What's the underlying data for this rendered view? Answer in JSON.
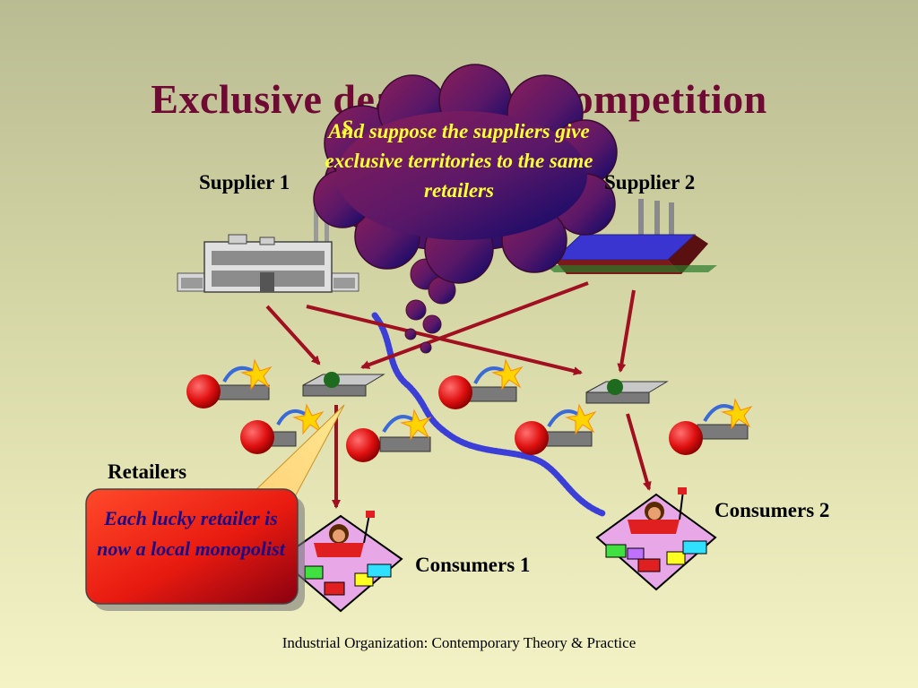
{
  "slide": {
    "title": "Exclusive dealing and competition",
    "footer": "Industrial Organization:  Contemporary Theory & Practice"
  },
  "labels": {
    "supplier1": "Supplier 1",
    "supplier2": "Supplier 2",
    "retailers": "Retailers",
    "consumers1": "Consumers 1",
    "consumers2": "Consumers 2"
  },
  "thought_bubble": {
    "cutoff_prefix": "S",
    "text": "And suppose the suppliers give exclusive territories to the same retailers"
  },
  "callout": {
    "text": "Each lucky retailer is now a local monopolist"
  },
  "colors": {
    "title": "#6e0a33",
    "arrow": "#a01020",
    "river": "#3b3fd8",
    "thought_text": "#ffff33",
    "callout_text": "#1a0a8a"
  }
}
